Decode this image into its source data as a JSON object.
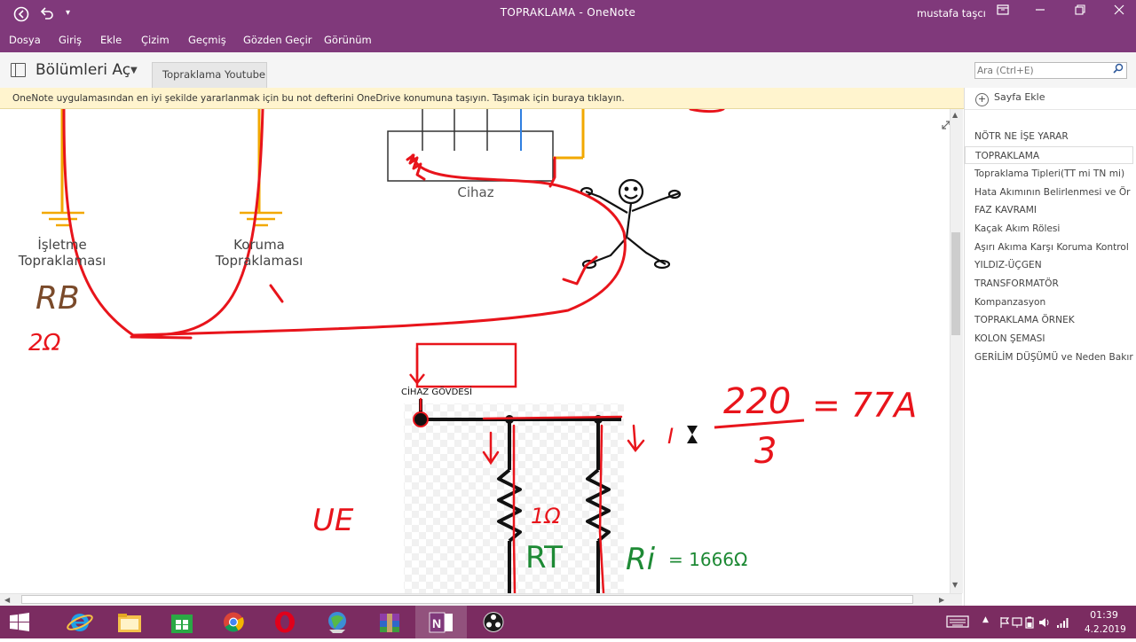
{
  "window": {
    "title": "TOPRAKLAMA  -  OneNote",
    "user": "mustafa taşcı",
    "back_icon": "back-circle-icon",
    "undo_icon": "undo-icon"
  },
  "ribbon": {
    "tabs": [
      "Dosya",
      "Giriş",
      "Ekle",
      "Çizim",
      "Geçmiş",
      "Gözden Geçir",
      "Görünüm"
    ]
  },
  "nav": {
    "sections_label": "Bölümleri Aç",
    "section_tab": "Topraklama Youtube",
    "search_placeholder": "Ara (Ctrl+E)"
  },
  "infobar": {
    "text": "OneNote uygulamasından en iyi şekilde yararlanmak için bu not defterini OneDrive konumuna taşıyın. Taşımak için buraya tıklayın."
  },
  "canvas": {
    "label_device": "Cihaz",
    "label_op_ground_1": "İşletme",
    "label_op_ground_2": "Topraklaması",
    "label_prot_ground_1": "Koruma",
    "label_prot_ground_2": "Topraklaması",
    "label_device_body": "CİHAZ GÖVDESİ",
    "hw_rb": "RB",
    "hw_2ohm": "2Ω",
    "hw_ue": "UE",
    "hw_num": "220",
    "hw_den": "3",
    "hw_result": "= 77A",
    "hw_i": "I",
    "hw_1ohm": "1Ω",
    "hw_rt": "RT",
    "hw_ri": "Ri",
    "hw_ri_val": "= 1666Ω"
  },
  "pages": {
    "add_label": "Sayfa Ekle",
    "items": [
      "NÖTR NE İŞE YARAR",
      "TOPRAKLAMA",
      "Topraklama Tipleri(TT mi TN mi)",
      "Hata Akımının Belirlenmesi ve Ör",
      "FAZ KAVRAMI",
      "Kaçak Akım Rölesi",
      "Aşırı Akıma Karşı Koruma Kontrol",
      "YILDIZ-ÜÇGEN",
      "TRANSFORMATÖR",
      "Kompanzasyon",
      "TOPRAKLAMA ÖRNEK",
      "KOLON ŞEMASI",
      "GERİLİM DÜŞÜMÜ ve Neden Bakır"
    ],
    "selected_index": 1
  },
  "taskbar": {
    "clock_time": "01:39",
    "clock_date": "4.2.2019",
    "apps": [
      "internet-explorer-icon",
      "file-explorer-icon",
      "store-icon",
      "chrome-icon",
      "opera-icon",
      "network-icon",
      "winrar-icon",
      "onenote-icon",
      "obs-icon"
    ]
  },
  "colors": {
    "onenote_purple": "#80397b",
    "taskbar": "#7b2c61",
    "ink_red": "#e8141b",
    "ink_green": "#1e8a35",
    "ink_brown": "#7a4a2a",
    "wire_orange": "#f2a800"
  }
}
